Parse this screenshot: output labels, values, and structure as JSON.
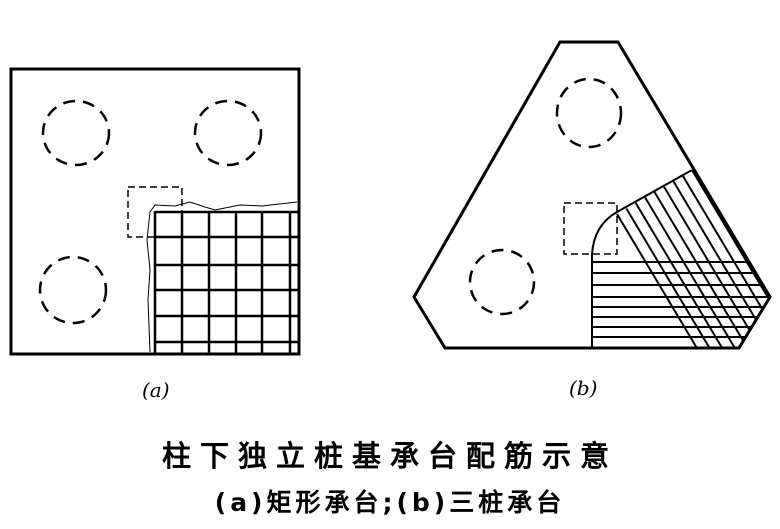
{
  "figure": {
    "label_a": "(a)",
    "label_b": "(b)",
    "title": "柱下独立桩基承台配筋示意",
    "subtitle": "(a)矩形承台;(b)三桩承台"
  },
  "colors": {
    "ink": "#000000",
    "paper": "#ffffff"
  }
}
